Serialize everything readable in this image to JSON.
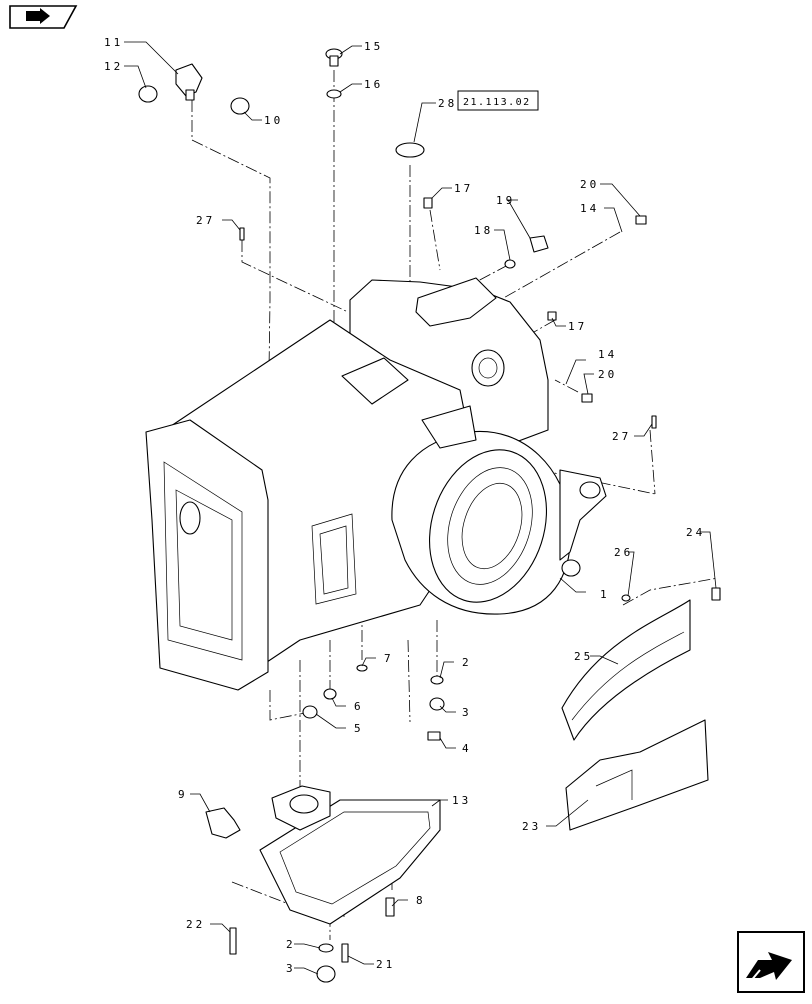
{
  "navigation": {
    "previous_icon": "page-back-arrow-icon",
    "next_icon": "page-forward-arrow-icon"
  },
  "reference_box": {
    "label": "21.113.02"
  },
  "callouts": [
    {
      "id": "c1",
      "label": "1"
    },
    {
      "id": "c2a",
      "label": "2"
    },
    {
      "id": "c2b",
      "label": "2"
    },
    {
      "id": "c3a",
      "label": "3"
    },
    {
      "id": "c3b",
      "label": "3"
    },
    {
      "id": "c4",
      "label": "4"
    },
    {
      "id": "c5",
      "label": "5"
    },
    {
      "id": "c6",
      "label": "6"
    },
    {
      "id": "c7",
      "label": "7"
    },
    {
      "id": "c8",
      "label": "8"
    },
    {
      "id": "c9",
      "label": "9"
    },
    {
      "id": "c10",
      "label": "10"
    },
    {
      "id": "c11",
      "label": "11"
    },
    {
      "id": "c12",
      "label": "12"
    },
    {
      "id": "c13",
      "label": "13"
    },
    {
      "id": "c14a",
      "label": "14"
    },
    {
      "id": "c14b",
      "label": "14"
    },
    {
      "id": "c15",
      "label": "15"
    },
    {
      "id": "c16",
      "label": "16"
    },
    {
      "id": "c17a",
      "label": "17"
    },
    {
      "id": "c17b",
      "label": "17"
    },
    {
      "id": "c18",
      "label": "18"
    },
    {
      "id": "c19",
      "label": "19"
    },
    {
      "id": "c20a",
      "label": "20"
    },
    {
      "id": "c20b",
      "label": "20"
    },
    {
      "id": "c21",
      "label": "21"
    },
    {
      "id": "c22",
      "label": "22"
    },
    {
      "id": "c23",
      "label": "23"
    },
    {
      "id": "c24",
      "label": "24"
    },
    {
      "id": "c25",
      "label": "25"
    },
    {
      "id": "c26",
      "label": "26"
    },
    {
      "id": "c27a",
      "label": "27"
    },
    {
      "id": "c27b",
      "label": "27"
    },
    {
      "id": "c28",
      "label": "28"
    }
  ]
}
